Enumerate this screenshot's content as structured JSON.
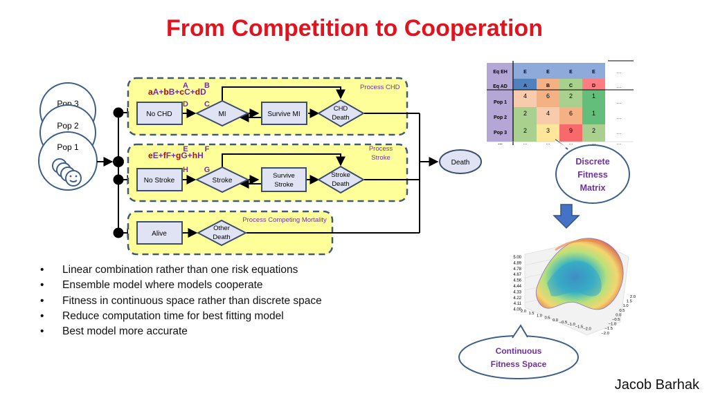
{
  "title": "From Competition to Cooperation",
  "author": "Jacob Barhak",
  "colors": {
    "title": "#e0141e",
    "box_fill": "#ffff99",
    "box_border": "#3e5a74",
    "node_fill": "#dfe3f3",
    "node_border": "#3a4d6e",
    "callout_text": "#7030a0",
    "formula_red": "#c00000"
  },
  "pops": [
    "Pop 3",
    "Pop 2",
    "Pop 1"
  ],
  "chd": {
    "process_label": "Process CHD",
    "top_letters": [
      "A",
      "B"
    ],
    "formula": [
      [
        "a",
        "#c00000"
      ],
      [
        "A+",
        "#7030a0"
      ],
      [
        "b",
        "#c00000"
      ],
      [
        "B+",
        "#7030a0"
      ],
      [
        "c",
        "#c00000"
      ],
      [
        "C+",
        "#7030a0"
      ],
      [
        "d",
        "#c00000"
      ],
      [
        "D",
        "#7030a0"
      ]
    ],
    "bottom_letters": [
      "D",
      "C"
    ],
    "nodes": [
      "No CHD",
      "MI",
      "Survive MI",
      "CHD",
      "Death"
    ]
  },
  "stroke": {
    "process_label": [
      "Process",
      "Stroke"
    ],
    "top_letters": [
      "E",
      "F"
    ],
    "formula": [
      [
        "e",
        "#c00000"
      ],
      [
        "E+",
        "#7030a0"
      ],
      [
        "f",
        "#c00000"
      ],
      [
        "F+",
        "#7030a0"
      ],
      [
        "g",
        "#c00000"
      ],
      [
        "G+",
        "#7030a0"
      ],
      [
        "h",
        "#c00000"
      ],
      [
        "H",
        "#7030a0"
      ]
    ],
    "bottom_letters": [
      "H",
      "G"
    ],
    "nodes": [
      "No Stroke",
      "Stroke",
      "Survive",
      "Stroke",
      "Stroke",
      "Death"
    ]
  },
  "competing": {
    "process_label": "Process Competing Mortality",
    "nodes": [
      "Alive",
      "Other",
      "Death"
    ]
  },
  "death_node": "Death",
  "matrix": {
    "row_headers": [
      "Eq EH",
      "Eq AD",
      "Pop 1",
      "",
      "Pop 2",
      "",
      "Pop 3",
      "…"
    ],
    "eh_row": [
      "E",
      "E",
      "E",
      "E",
      "…"
    ],
    "ad_row": [
      "A",
      "B",
      "C",
      "D",
      "…"
    ],
    "values": [
      [
        4,
        6,
        2,
        1
      ],
      [
        2,
        4,
        6,
        1
      ],
      [
        2,
        3,
        9,
        2
      ]
    ],
    "ellipsis": "…"
  },
  "callout_discrete": [
    "Discrete",
    "Fitness",
    "Matrix"
  ],
  "callout_continuous": [
    "Continuous",
    "Fitness Space"
  ],
  "surface_plot": {
    "z_ticks": [
      "5.00",
      "4.89",
      "4.78",
      "4.67",
      "4.56",
      "4.44",
      "4.33",
      "4.22",
      "4.11",
      "4.00"
    ],
    "x_ticks": [
      "2.0",
      "1.5",
      "1.0",
      "0.5",
      "0.0",
      "−0.5",
      "−1.0",
      "−1.5",
      "−2.0"
    ],
    "y_ticks": [
      "2.0",
      "1.5",
      "1.0",
      "0.5",
      "0.0",
      "−0.5",
      "−1.0",
      "−1.5",
      "−2.0"
    ]
  },
  "bullets": [
    "Linear combination rather than one risk equations",
    "Ensemble model where models cooperate",
    "Fitness in continuous space rather than discrete space",
    "Reduce computation time for best fitting model",
    "Best model more accurate"
  ],
  "bullet_char": "•"
}
